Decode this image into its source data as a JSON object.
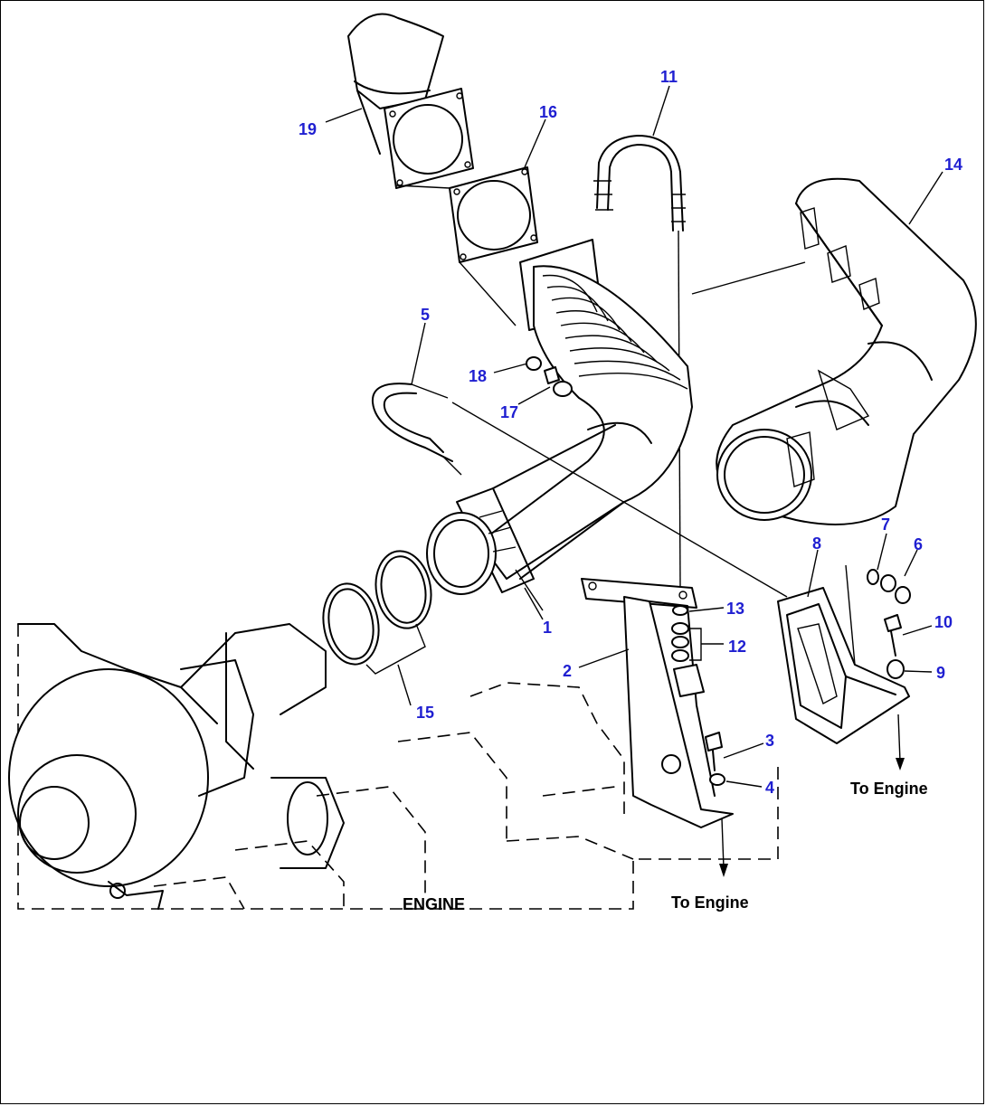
{
  "callouts": {
    "c1": "1",
    "c2": "2",
    "c3": "3",
    "c4": "4",
    "c5": "5",
    "c6": "6",
    "c7": "7",
    "c8": "8",
    "c9": "9",
    "c10": "10",
    "c11": "11",
    "c12": "12",
    "c13": "13",
    "c14": "14",
    "c15": "15",
    "c16": "16",
    "c17": "17",
    "c18": "18",
    "c19": "19"
  },
  "captions": {
    "to_engine_right": "To Engine",
    "to_engine_center": "To Engine",
    "engine": "ENGINE"
  },
  "colors": {
    "callout": "#1f1fd1",
    "line": "#000000"
  }
}
